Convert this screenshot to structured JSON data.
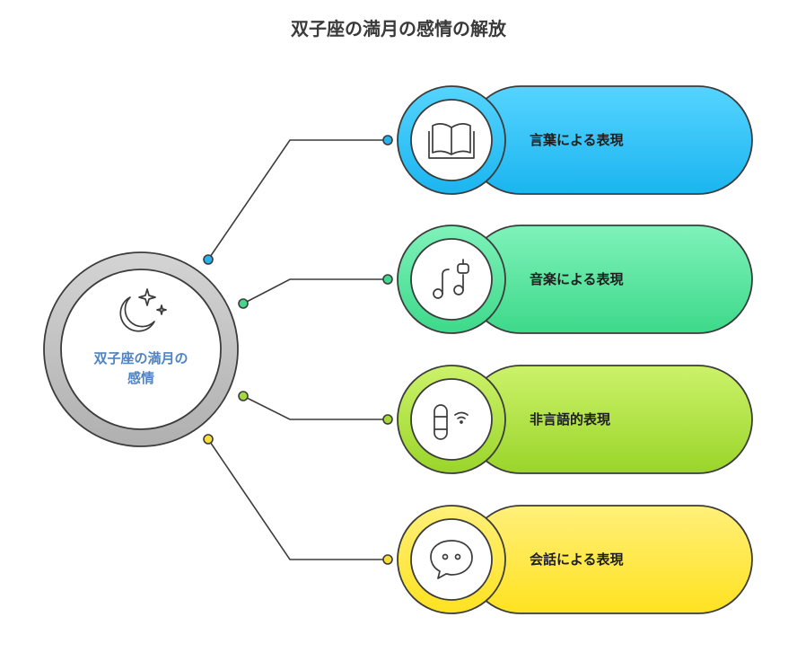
{
  "title": "双子座の満月の感情の解放",
  "center": {
    "label_line1": "双子座の満月の",
    "label_line2": "感情",
    "icon": "moon-stars-icon"
  },
  "items": [
    {
      "label": "言葉による表現",
      "icon": "open-book-icon",
      "color_top": "#55d4ff",
      "color_bottom": "#1bb5f0",
      "accent": "#26b3ee"
    },
    {
      "label": "音楽による表現",
      "icon": "music-note-icon",
      "color_top": "#7ff2ba",
      "color_bottom": "#3dd98a",
      "accent": "#43d68c"
    },
    {
      "label": "非言語的表現",
      "icon": "speaker-signal-icon",
      "color_top": "#ccf26a",
      "color_bottom": "#9ad52a",
      "accent": "#a6d83a"
    },
    {
      "label": "会話による表現",
      "icon": "chat-bubble-icon",
      "color_top": "#fff07a",
      "color_bottom": "#ffe220",
      "accent": "#f5dd3a"
    }
  ]
}
